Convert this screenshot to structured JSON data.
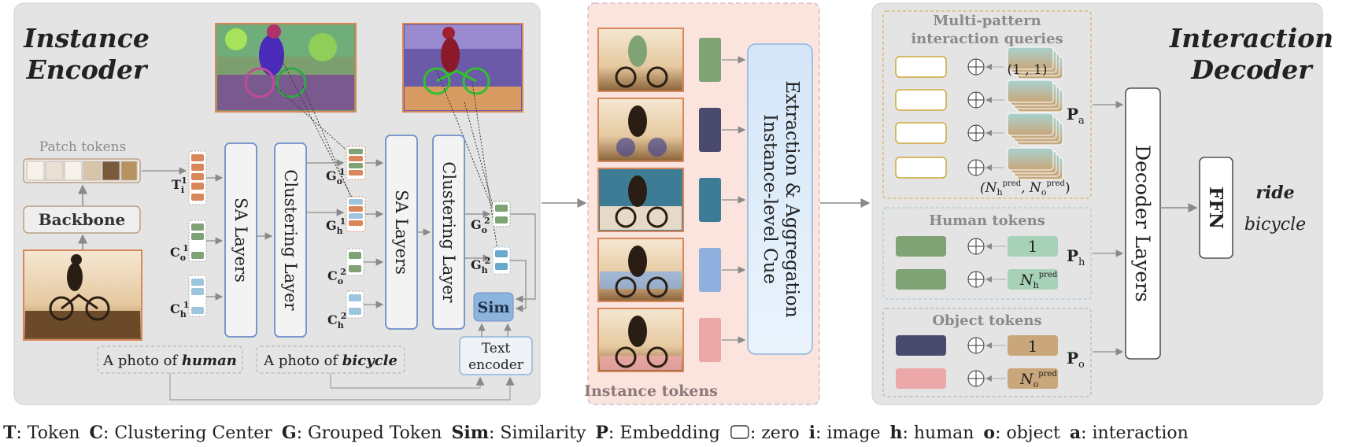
{
  "encoder": {
    "title_line1": "Instance",
    "title_line2": "Encoder",
    "patch_tokens_label": "Patch tokens",
    "backbone_label": "Backbone",
    "sa_layers_label": "SA Layers",
    "clustering_layer_label": "Clustering Layer",
    "sa_layers2_label": "SA Layers",
    "clustering_layer2_label": "Clustering Layer",
    "sim_label": "Sim",
    "text_encoder_line1": "Text",
    "text_encoder_line2": "encoder",
    "prompt_human_prefix": "A photo of ",
    "prompt_human_word": "human",
    "prompt_bicycle_prefix": "A photo of ",
    "prompt_bicycle_word": "bicycle",
    "token_labels": {
      "T": "T",
      "T_sub": "i",
      "T_sup": "1",
      "Co1": "C",
      "Co1_sub": "o",
      "Co1_sup": "1",
      "Ch1": "C",
      "Ch1_sub": "h",
      "Ch1_sup": "1",
      "Go1": "G",
      "Go1_sub": "o",
      "Go1_sup": "1",
      "Gh1": "G",
      "Gh1_sub": "h",
      "Gh1_sup": "1",
      "Co2": "C",
      "Co2_sub": "o",
      "Co2_sup": "2",
      "Ch2": "C",
      "Ch2_sub": "h",
      "Ch2_sup": "2",
      "Go2": "G",
      "Go2_sub": "o",
      "Go2_sup": "2",
      "Gh2": "G",
      "Gh2_sub": "h",
      "Gh2_sup": "2"
    }
  },
  "instance": {
    "block_line1": "Instance-level Cue",
    "block_line2": "Extraction & Aggregation",
    "tokens_label": "Instance tokens",
    "token_colors": [
      "#7fa374",
      "#4a4a6e",
      "#3e7b95",
      "#8fb0de",
      "#eca7a8"
    ]
  },
  "decoder": {
    "title_line1": "Interaction",
    "title_line2": "Decoder",
    "multi_pattern_line1": "Multi-pattern",
    "multi_pattern_line2": "interaction queries",
    "pair_label": "(1 , 1)",
    "npred_label": "(N",
    "npred_h_sub": "h",
    "npred_sup": "pred",
    "npred_mid": ", N",
    "npred_o_sub": "o",
    "npred_end": ")",
    "Pa": "P",
    "Pa_sub": "a",
    "human_tokens_label": "Human tokens",
    "human_one": "1",
    "human_N": "N",
    "human_N_sub": "h",
    "human_N_sup": "pred",
    "Ph": "P",
    "Ph_sub": "h",
    "object_tokens_label": "Object tokens",
    "object_one": "1",
    "object_N": "N",
    "object_N_sub": "o",
    "object_N_sup": "pred",
    "Po": "P",
    "Po_sub": "o",
    "decoder_layers_label": "Decoder Layers",
    "ffn_label": "FFN",
    "verb_label": "ride",
    "object_label": "bicycle"
  },
  "legend": [
    {
      "key": "T",
      "text": ": Token"
    },
    {
      "key": "C",
      "text": ": Clustering Center"
    },
    {
      "key": "G",
      "text": ": Grouped Token"
    },
    {
      "key": "Sim",
      "text": ": Similarity"
    },
    {
      "key": "P",
      "text": ":  Embedding"
    },
    {
      "key": "",
      "text": ": zero"
    },
    {
      "key": "i",
      "text": ": image"
    },
    {
      "key": "h",
      "text": ": human"
    },
    {
      "key": "o",
      "text": ": object"
    },
    {
      "key": "a",
      "text": ": interaction"
    }
  ],
  "colors": {
    "panel_gray": "#e4e4e4",
    "blue_border": "#6e8fc6",
    "orange": "#d7875a",
    "green": "#7fa374",
    "light_blue": "#9cc5de",
    "sim_fill": "#8db4dd",
    "pink_panel": "#fbe3de",
    "gold": "#cfa73c"
  }
}
